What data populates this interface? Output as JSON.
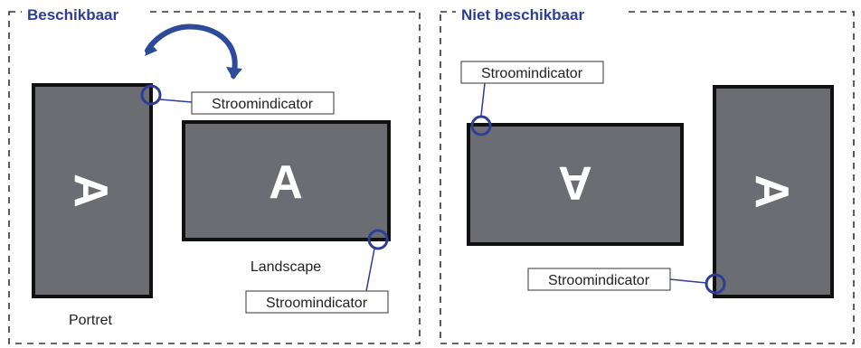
{
  "panels": {
    "available": {
      "title": "Beschikbaar"
    },
    "unavailable": {
      "title": "Niet beschikbaar"
    }
  },
  "screens": {
    "letter": "A"
  },
  "labels": {
    "power_indicator": "Stroomindicator",
    "portrait": "Portret",
    "landscape": "Landscape"
  },
  "colors": {
    "screen_fill": "#6b6d72",
    "screen_border": "#111111",
    "indicator_ring": "#2e3d98",
    "rotate_arrow": "#2e4a9a",
    "title_text": "#2e3d98",
    "dashed_border": "#333333"
  },
  "icons": {
    "rotation": "curved-double-arrow-icon",
    "indicator": "circle-ring-icon"
  }
}
